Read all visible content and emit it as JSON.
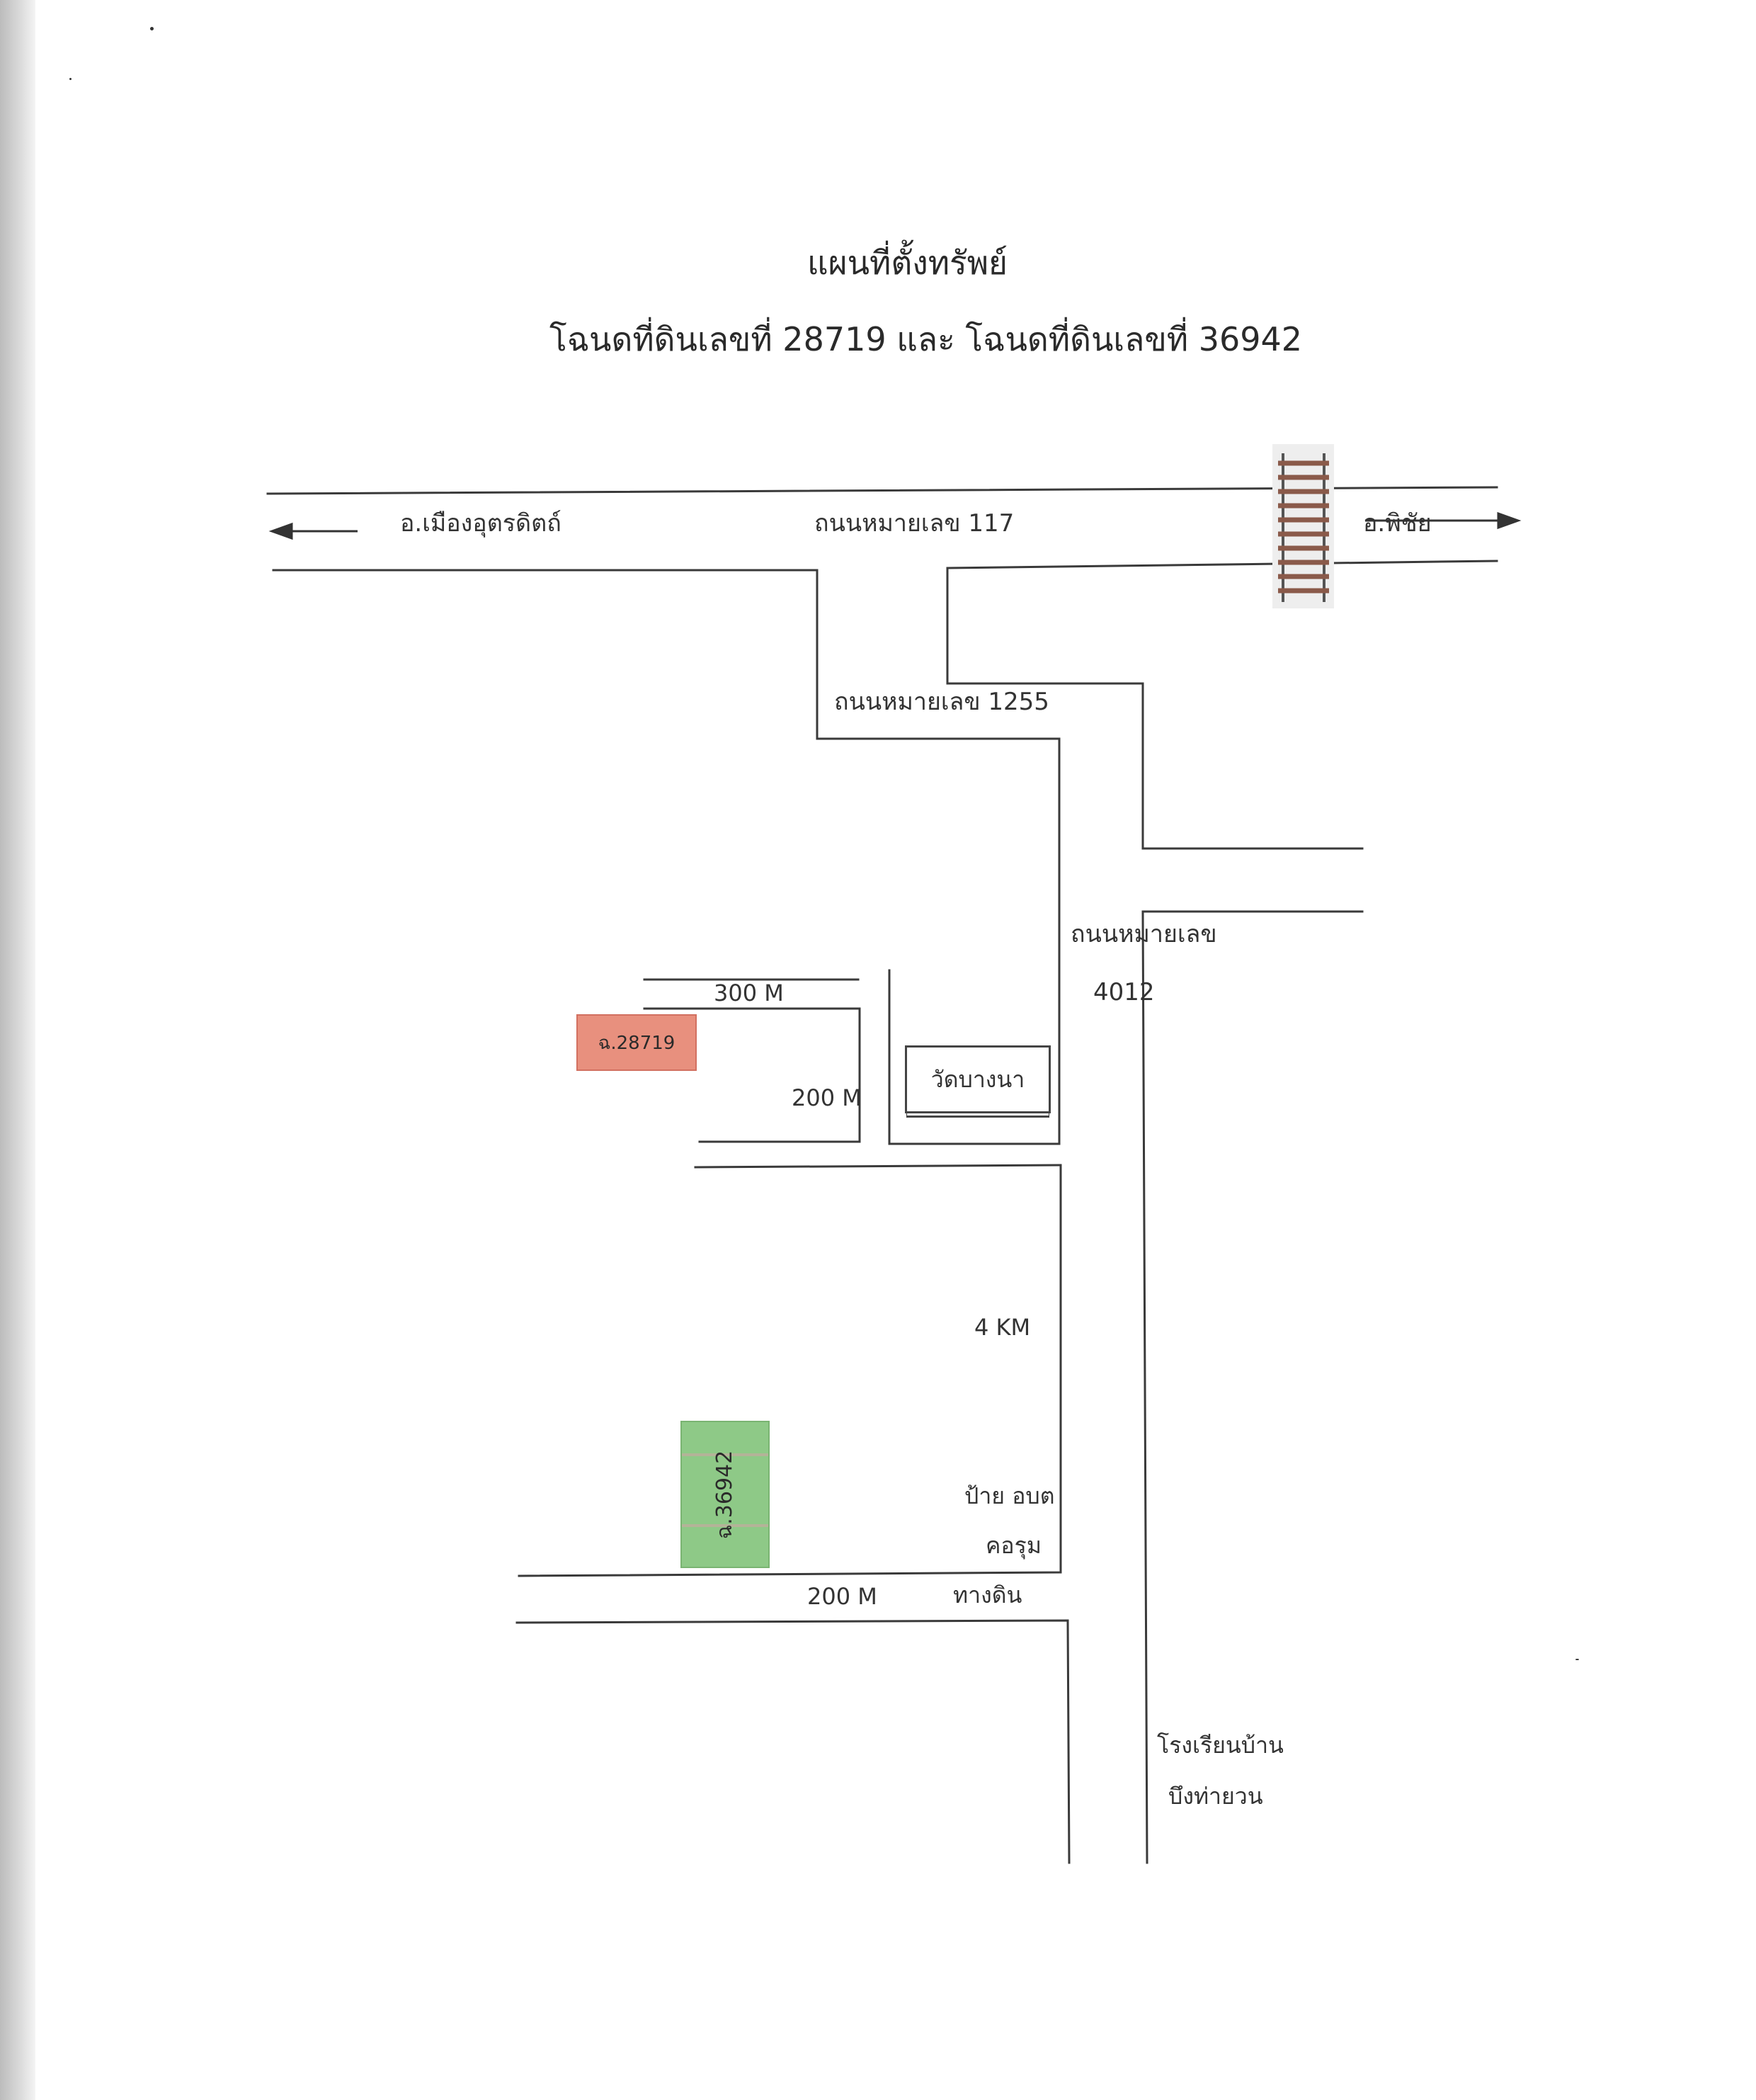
{
  "title": {
    "line1": "แผนที่ตั้งทรัพย์",
    "line2": "โฉนดที่ดินเลขที่ 28719 และ โฉนดที่ดินเลขที่ 36942"
  },
  "roads": {
    "road_117": "ถนนหมายเลข 117",
    "road_1255": "ถนนหมายเลข 1255",
    "road_4012_name": "ถนนหมายเลข",
    "road_4012_number": "4012",
    "west_destination": "อ.เมืองอุตรดิตถ์",
    "east_destination": "อ.พิชัย",
    "dirt_road": "ทางดิน"
  },
  "distances": {
    "d300": "300 M",
    "d200_upper": "200 M",
    "d4km": "4 KM",
    "d200_lower": "200 M"
  },
  "landmarks": {
    "temple": "วัดบางนา",
    "sign_line1": "ป้าย อบต",
    "sign_line2": "คอรุม",
    "school_line1": "โรงเรียนบ้าน",
    "school_line2": "บึงท่ายวน"
  },
  "plots": {
    "plot_a": "ฉ.28719",
    "plot_b": "ฉ.36942"
  },
  "colors": {
    "plot_a_fill": "#e8907e",
    "plot_b_fill": "#8ec987",
    "line": "#3a3a3a",
    "railway": "#8a5a4a"
  },
  "icons": [
    "arrow-left-icon",
    "arrow-right-icon",
    "railway-icon"
  ]
}
